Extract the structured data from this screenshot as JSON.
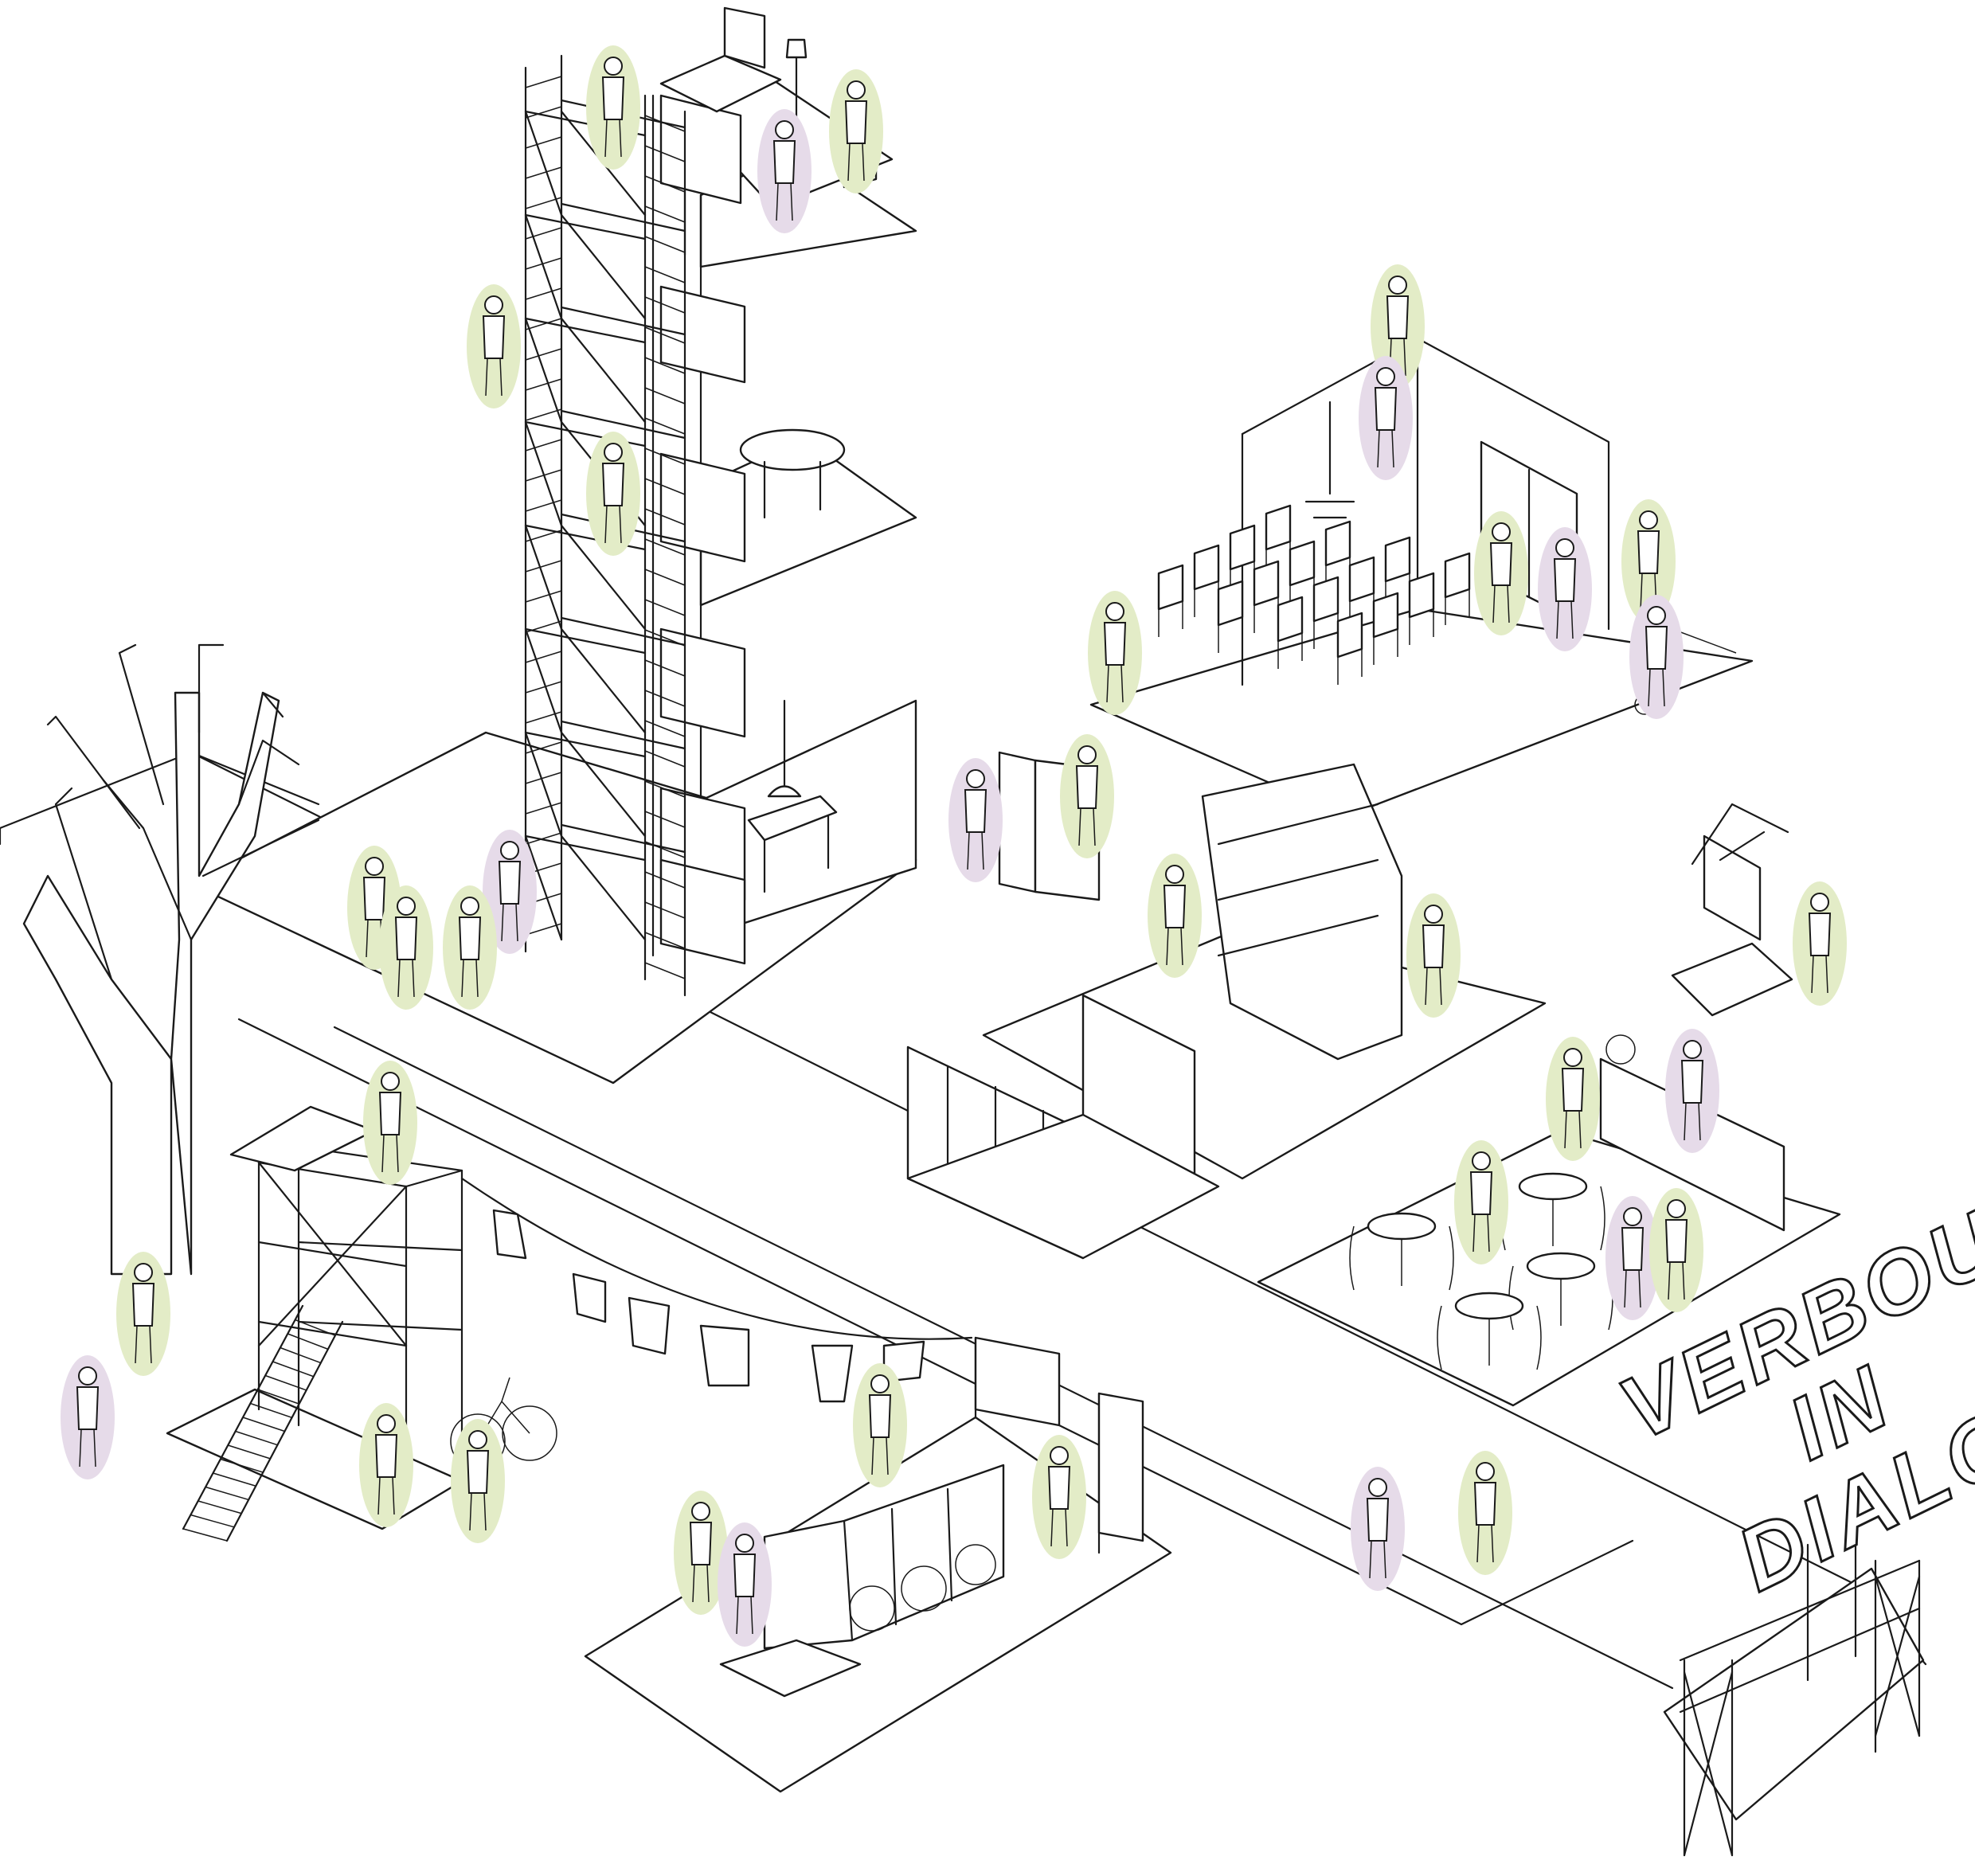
{
  "title": {
    "lines": [
      "VERBOUWEN",
      "IN",
      "DIALOOG"
    ]
  },
  "colors": {
    "line": "#1a1a1a",
    "background": "#ffffff",
    "highlight_green": "#e3ecc7",
    "highlight_purple": "#e6dbe9"
  },
  "icons": {
    "scaffold": "scaffold-tower-icon",
    "tree": "bare-tree-icon",
    "washing_machine": "washing-machine-icon",
    "bicycle": "bicycle-icon",
    "ladder": "ladder-icon"
  }
}
